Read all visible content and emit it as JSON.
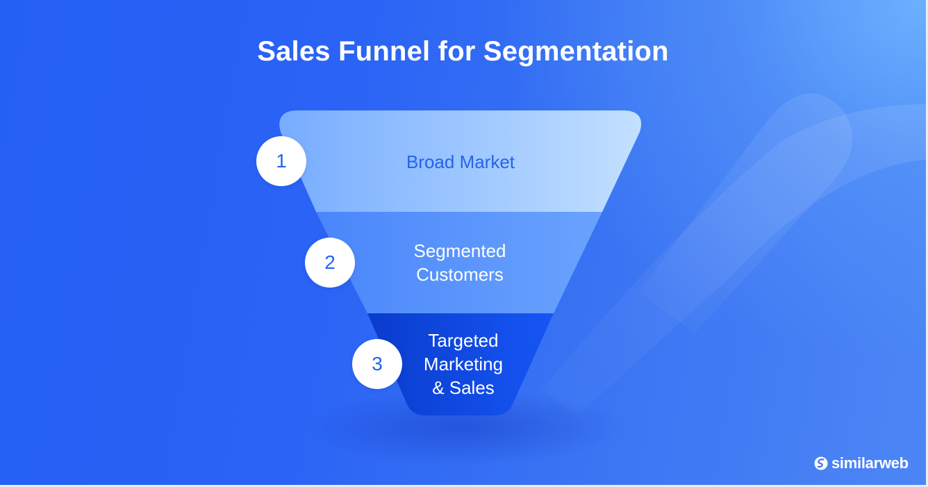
{
  "title": "Sales Funnel for Segmentation",
  "funnel": {
    "stages": [
      {
        "number": "1",
        "label": "Broad Market",
        "lines": [
          "Broad Market"
        ],
        "color": "#a8cbff",
        "text_color": "#2563eb"
      },
      {
        "number": "2",
        "label": "Segmented Customers",
        "lines": [
          "Segmented",
          "Customers"
        ],
        "color": "#5a93fb",
        "text_color": "#ffffff"
      },
      {
        "number": "3",
        "label": "Targeted Marketing & Sales",
        "lines": [
          "Targeted",
          "Marketing",
          "& Sales"
        ],
        "color": "#0f4ee8",
        "text_color": "#ffffff"
      }
    ]
  },
  "brand": {
    "logo_text": "similarweb",
    "logo_icon": "similarweb-logo-icon"
  },
  "colors": {
    "background": "#2560f5",
    "background_light": "#6ab4ff",
    "circle": "#ffffff",
    "accent": "#2563eb"
  }
}
